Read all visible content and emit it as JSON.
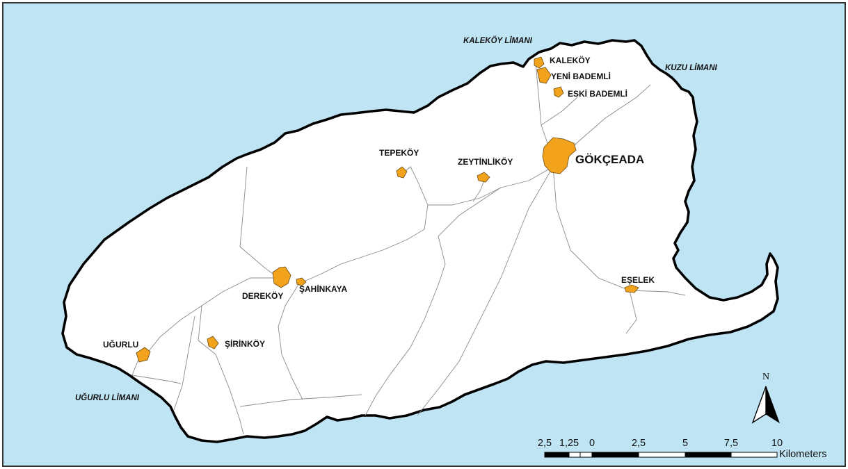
{
  "map": {
    "colors": {
      "sea": "#bfe4f4",
      "land": "#ffffff",
      "coastline": "#000000",
      "roads": "#8a8a8a",
      "settlements": "#f2a31b"
    },
    "places": {
      "gokceada": "GÖKÇEADA",
      "kalekoy": "KALEKÖY",
      "yeni_bademli": "YENİ BADEMLİ",
      "eski_bademli": "ESKİ BADEMLİ",
      "tepekoy": "TEPEKÖY",
      "zeytinlikoy": "ZEYTİNLİKÖY",
      "derekoy": "DEREKÖY",
      "sahinkaya": "ŞAHİNKAYA",
      "eselek": "EŞELEK",
      "ugurlu": "UĞURLU",
      "sirinkoy": "ŞİRİNKÖY"
    },
    "harbors": {
      "kalekoy_limani": "KALEKÖY LİMANI",
      "kuzu_limani": "KUZU LİMANI",
      "ugurlu_limani": "UĞURLU LİMANI"
    },
    "north_arrow": {
      "label": "N",
      "icon": "north-arrow-icon"
    },
    "scale_bar": {
      "ticks": [
        "2,5",
        "1,25",
        "0",
        "2,5",
        "5",
        "7,5",
        "10"
      ],
      "unit": "Kilometers"
    }
  }
}
